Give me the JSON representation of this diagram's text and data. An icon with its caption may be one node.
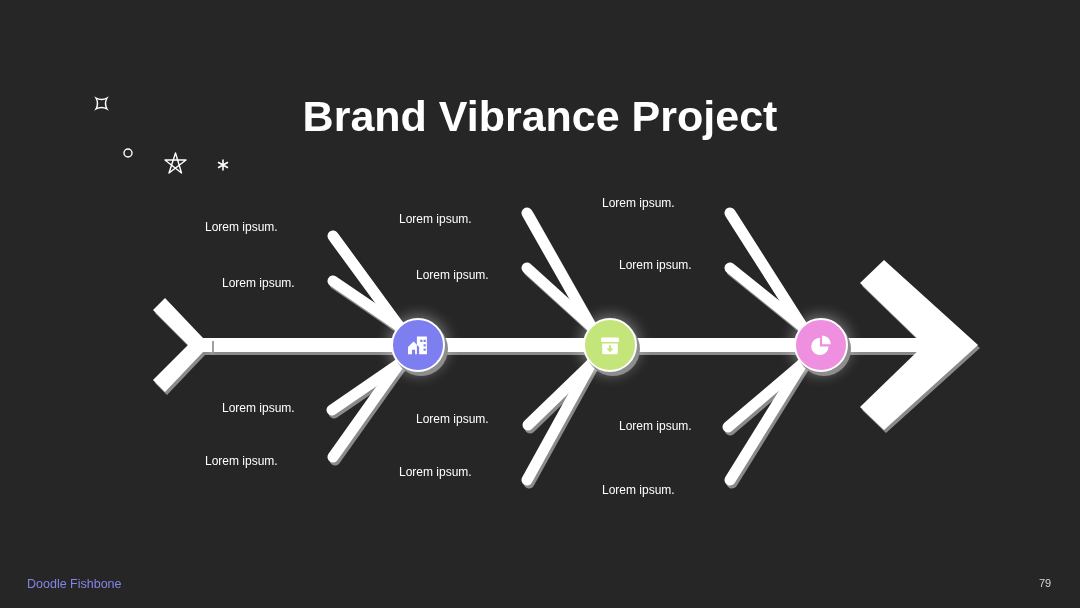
{
  "diagram": {
    "title": "Brand Vibrance Project",
    "nodes": [
      {
        "text": [],
        "shape": "chevron"
      },
      {
        "text": [
          "Lorem ipsum."
        ]
      },
      {
        "text": [
          "Lorem ipsum."
        ]
      },
      {
        "text": [],
        "shape": "circle"
      },
      {
        "text": [
          "Lorem ipsum."
        ]
      },
      {
        "text": [
          "Lorem ipsum."
        ]
      },
      {
        "text": [
          "Lorem ipsum."
        ]
      },
      {
        "text": [
          "Lorem ipsum."
        ]
      },
      {
        "text": [],
        "shape": "circle"
      },
      {
        "text": [
          "Lorem ipsum."
        ]
      },
      {
        "text": [
          "Lorem ipsum."
        ]
      },
      {
        "text": [
          "Lorem ipsum."
        ]
      },
      {
        "text": [
          "Lorem ipsum."
        ]
      },
      {
        "text": [],
        "shape": "circle"
      },
      {
        "text": [
          "Lorem ipsum."
        ]
      },
      {
        "text": [
          "Lorem ipsum."
        ]
      }
    ],
    "edges": [
      {
        "from": 0,
        "to": 3,
        "arrow": "none"
      },
      {
        "from": 3,
        "to": 8,
        "arrow": "none"
      },
      {
        "from": 8,
        "to": 13,
        "arrow": "none"
      },
      {
        "from": 13,
        "to": null,
        "arrow": "to"
      },
      {
        "from": 1,
        "to": 3,
        "arrow": "none"
      },
      {
        "from": 2,
        "to": 3,
        "arrow": "none"
      },
      {
        "from": 4,
        "to": 3,
        "arrow": "none"
      },
      {
        "from": 5,
        "to": 3,
        "arrow": "none"
      },
      {
        "from": 6,
        "to": 8,
        "arrow": "none"
      },
      {
        "from": 7,
        "to": 8,
        "arrow": "none"
      },
      {
        "from": 9,
        "to": 8,
        "arrow": "none"
      },
      {
        "from": 10,
        "to": 8,
        "arrow": "none"
      },
      {
        "from": 11,
        "to": 13,
        "arrow": "none"
      },
      {
        "from": 12,
        "to": 13,
        "arrow": "none"
      },
      {
        "from": 14,
        "to": 13,
        "arrow": "none"
      },
      {
        "from": 15,
        "to": 13,
        "arrow": "none"
      }
    ],
    "labels": [
      "Doodle Fishbone",
      "79"
    ]
  }
}
